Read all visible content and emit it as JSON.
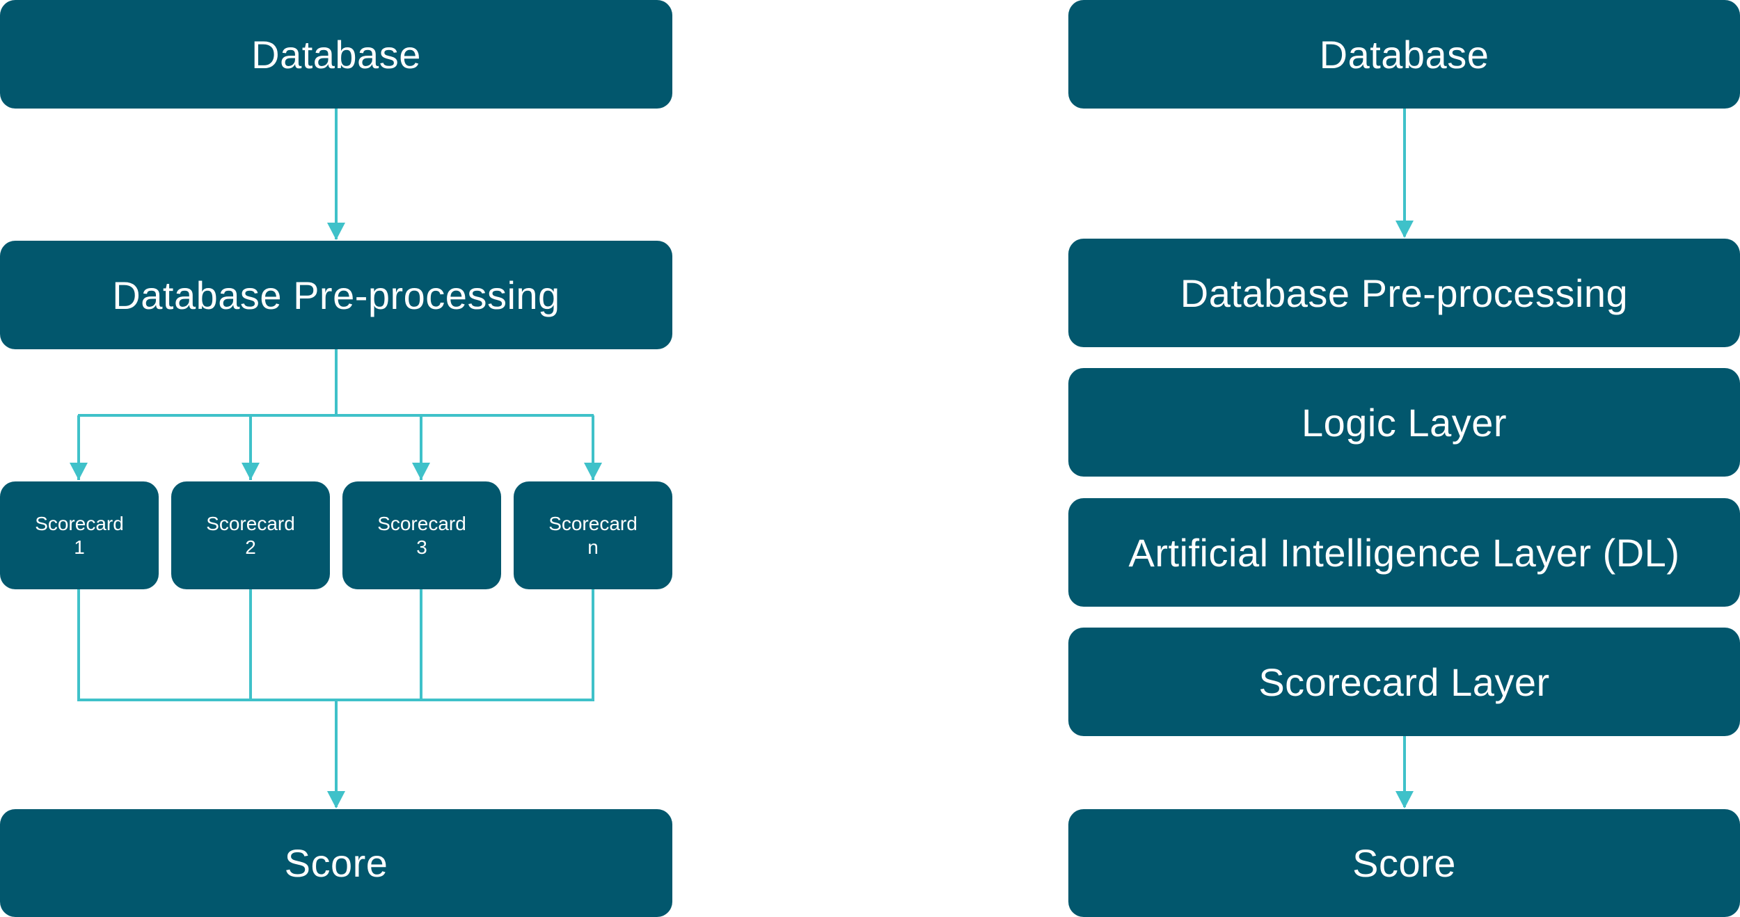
{
  "colors": {
    "box_fill": "#02576d",
    "box_text": "#ffffff",
    "connector": "#3fc1c9"
  },
  "left_flow": {
    "database": "Database",
    "preprocessing": "Database Pre-processing",
    "scorecards": [
      {
        "name": "Scorecard",
        "index": "1"
      },
      {
        "name": "Scorecard",
        "index": "2"
      },
      {
        "name": "Scorecard",
        "index": "3"
      },
      {
        "name": "Scorecard",
        "index": "n"
      }
    ],
    "score": "Score"
  },
  "right_flow": {
    "database": "Database",
    "preprocessing": "Database Pre-processing",
    "logic_layer": "Logic Layer",
    "ai_layer": "Artificial Intelligence Layer (DL)",
    "scorecard_layer": "Scorecard Layer",
    "score": "Score"
  }
}
